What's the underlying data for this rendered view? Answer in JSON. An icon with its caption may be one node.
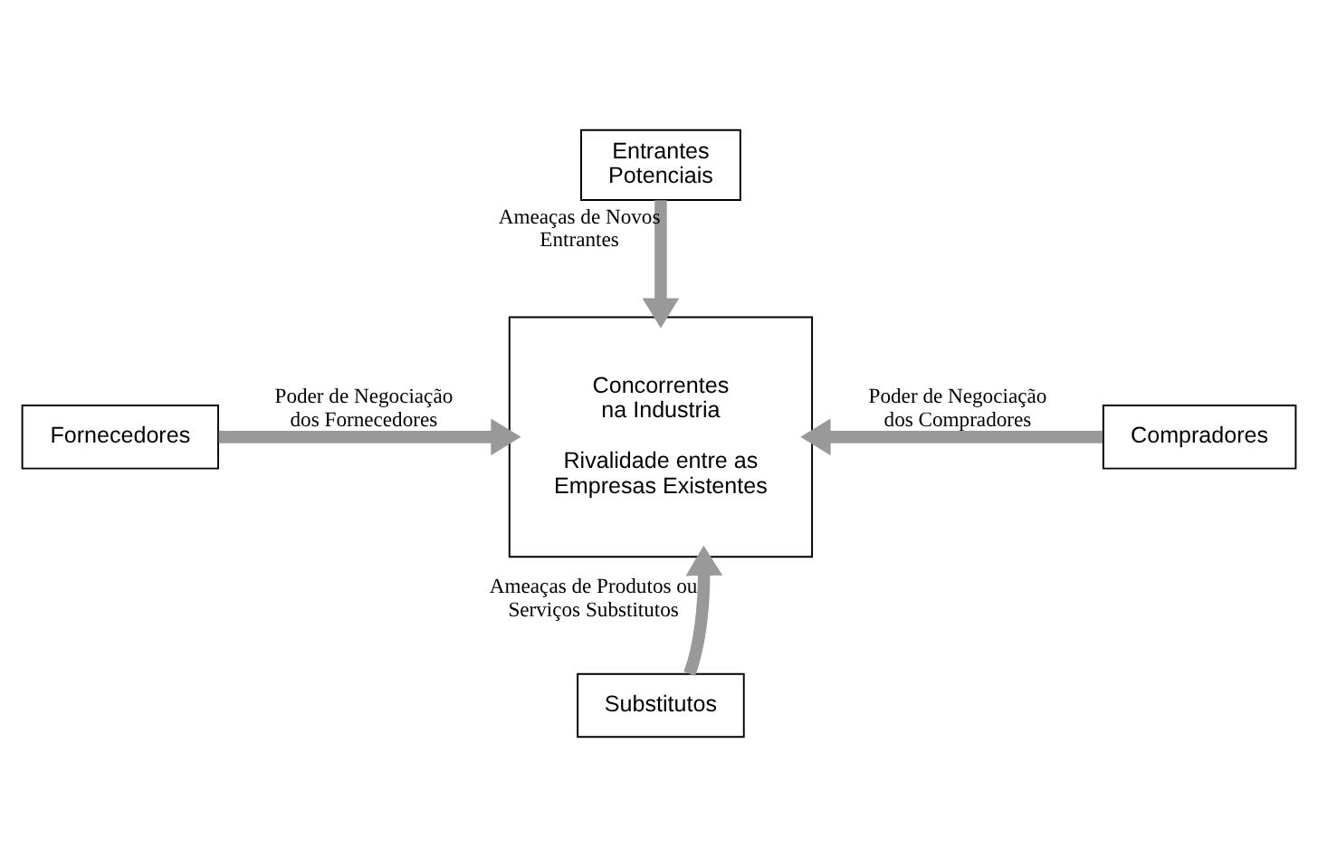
{
  "diagram": {
    "nodes": [
      {
        "text": [
          "Entrantes Potenciais"
        ]
      },
      {
        "text": [
          "Fornecedores"
        ]
      },
      {
        "text": [
          "Concorrentes na Industria",
          "Rivalidade entre as Empresas Existentes"
        ]
      },
      {
        "text": [
          "Compradores"
        ]
      },
      {
        "text": [
          "Substitutos"
        ]
      }
    ],
    "edges": [
      {
        "from": 0,
        "to": 2,
        "arrow": "to",
        "label": "Ameaças de Novos Entrantes"
      },
      {
        "from": 1,
        "to": 2,
        "arrow": "to",
        "label": "Poder de Negociação dos Fornecedores"
      },
      {
        "from": 3,
        "to": 2,
        "arrow": "to",
        "label": "Poder de Negociação dos Compradores"
      },
      {
        "from": 4,
        "to": 2,
        "arrow": "to",
        "label": "Ameaças de Produtos ou Serviços Substitutos"
      }
    ]
  }
}
